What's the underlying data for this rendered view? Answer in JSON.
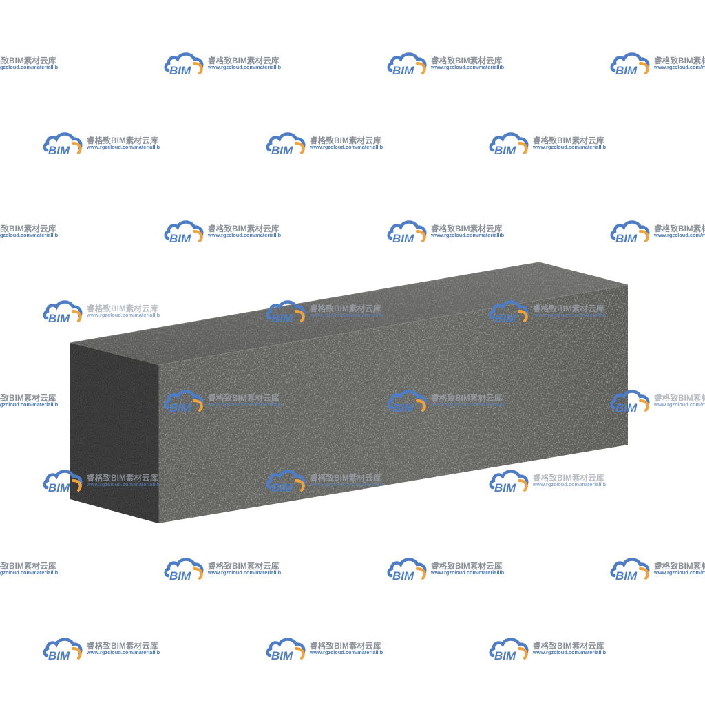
{
  "watermark": {
    "brand": "BIM",
    "title": "睿格致BIM素材云库",
    "url": "www.rgzcloud.com/materiallib",
    "brand_blue": "#4d7dc6",
    "accent_orange": "#f2a23a"
  },
  "object": {
    "name": "concrete-block",
    "material_colors": {
      "top": "#6b6b6b",
      "front": "#5f605c",
      "end": "#2f2f2f"
    }
  }
}
